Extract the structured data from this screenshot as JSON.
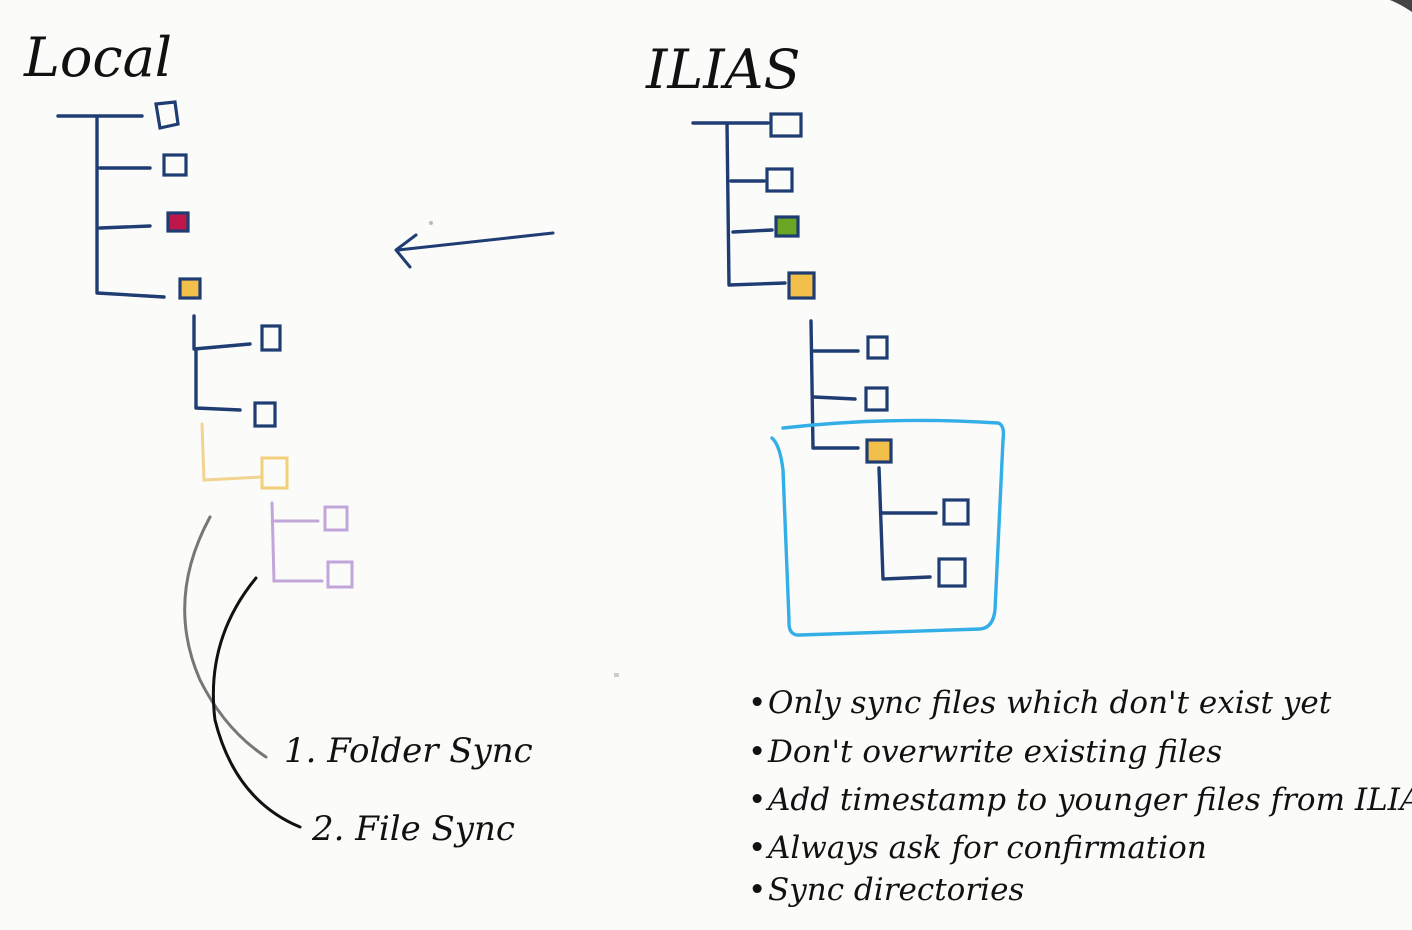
{
  "local_tree": {
    "title": "Local",
    "colors": {
      "tree": "#1f3d73",
      "new_folder_line": "#f2d38f",
      "new_folder_box": "#f3cf7a",
      "subfiles": "#c2a5d9",
      "red_file": "#c0174a",
      "folder_fill": "#f2c04a"
    }
  },
  "ilias_tree": {
    "title": "ILIAS",
    "colors": {
      "tree": "#1f3d73",
      "green_file": "#6aa524",
      "folder_fill": "#f2c04a",
      "highlight": "#33aee6"
    }
  },
  "sync_arrow": {
    "direction": "from-ilias-to-local"
  },
  "sync_steps": [
    "1. Folder Sync",
    "2. File Sync"
  ],
  "rules": [
    "Only sync files which don't exist yet",
    "Don't overwrite existing files",
    "Add timestamp to younger files from ILIAS",
    "Always ask for confirmation",
    "Sync directories"
  ]
}
